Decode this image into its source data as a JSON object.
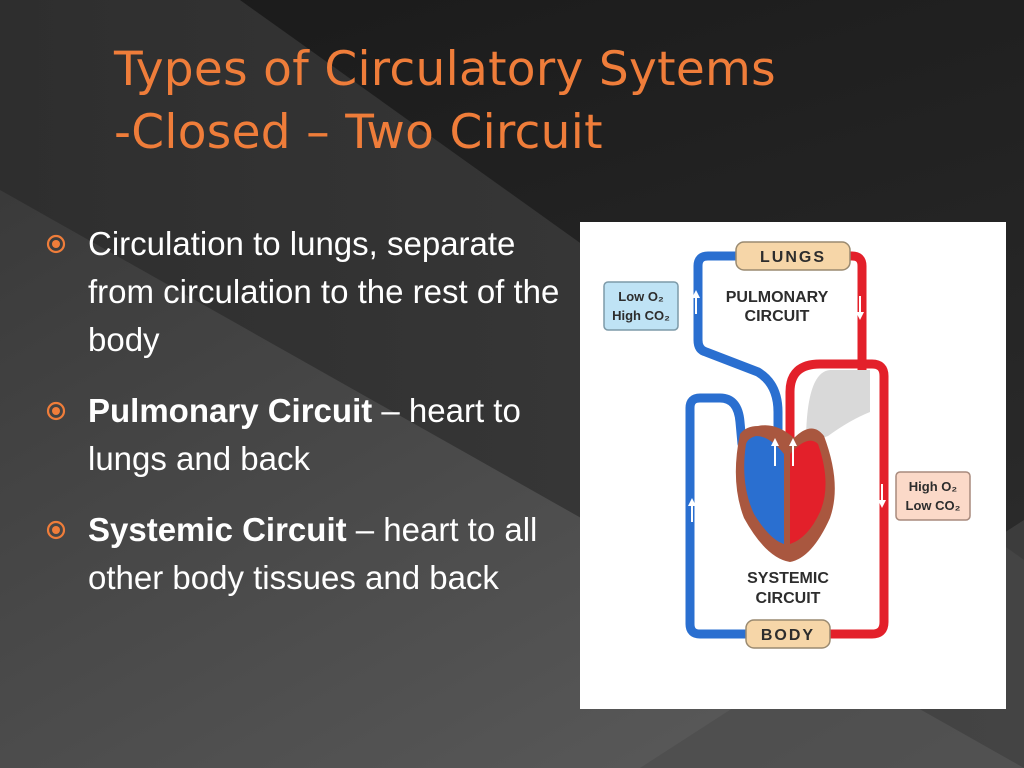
{
  "slide": {
    "title_line1": "Types of Circulatory Sytems",
    "title_line2": "-Closed – Two Circuit",
    "colors": {
      "title": "#ef7d3a",
      "background": "#232323",
      "text": "#ffffff",
      "bullet": "#ef7d3a"
    },
    "bullets": [
      {
        "bold": "",
        "text": "Circulation to lungs, separate from circulation to the rest of the body"
      },
      {
        "bold": "Pulmonary Circuit",
        "text": " – heart to lungs and back"
      },
      {
        "bold": "Systemic Circuit",
        "text": " – heart to all other body tissues and back"
      }
    ]
  },
  "diagram": {
    "lungs_label": "LUNGS",
    "body_label": "BODY",
    "pulmonary_line1": "PULMONARY",
    "pulmonary_line2": "CIRCUIT",
    "systemic_line1": "SYSTEMIC",
    "systemic_line2": "CIRCUIT",
    "left_box_line1": "Low O₂",
    "left_box_line2": "High CO₂",
    "right_box_line1": "High O₂",
    "right_box_line2": "Low CO₂",
    "colors": {
      "oxygen_poor": "#2a6fd0",
      "oxygen_rich": "#e3202a",
      "heart_outline": "#a9573f",
      "label_box": "#f6d6a8",
      "left_box": "#bfe3f5",
      "right_box": "#fbd9c8"
    }
  }
}
